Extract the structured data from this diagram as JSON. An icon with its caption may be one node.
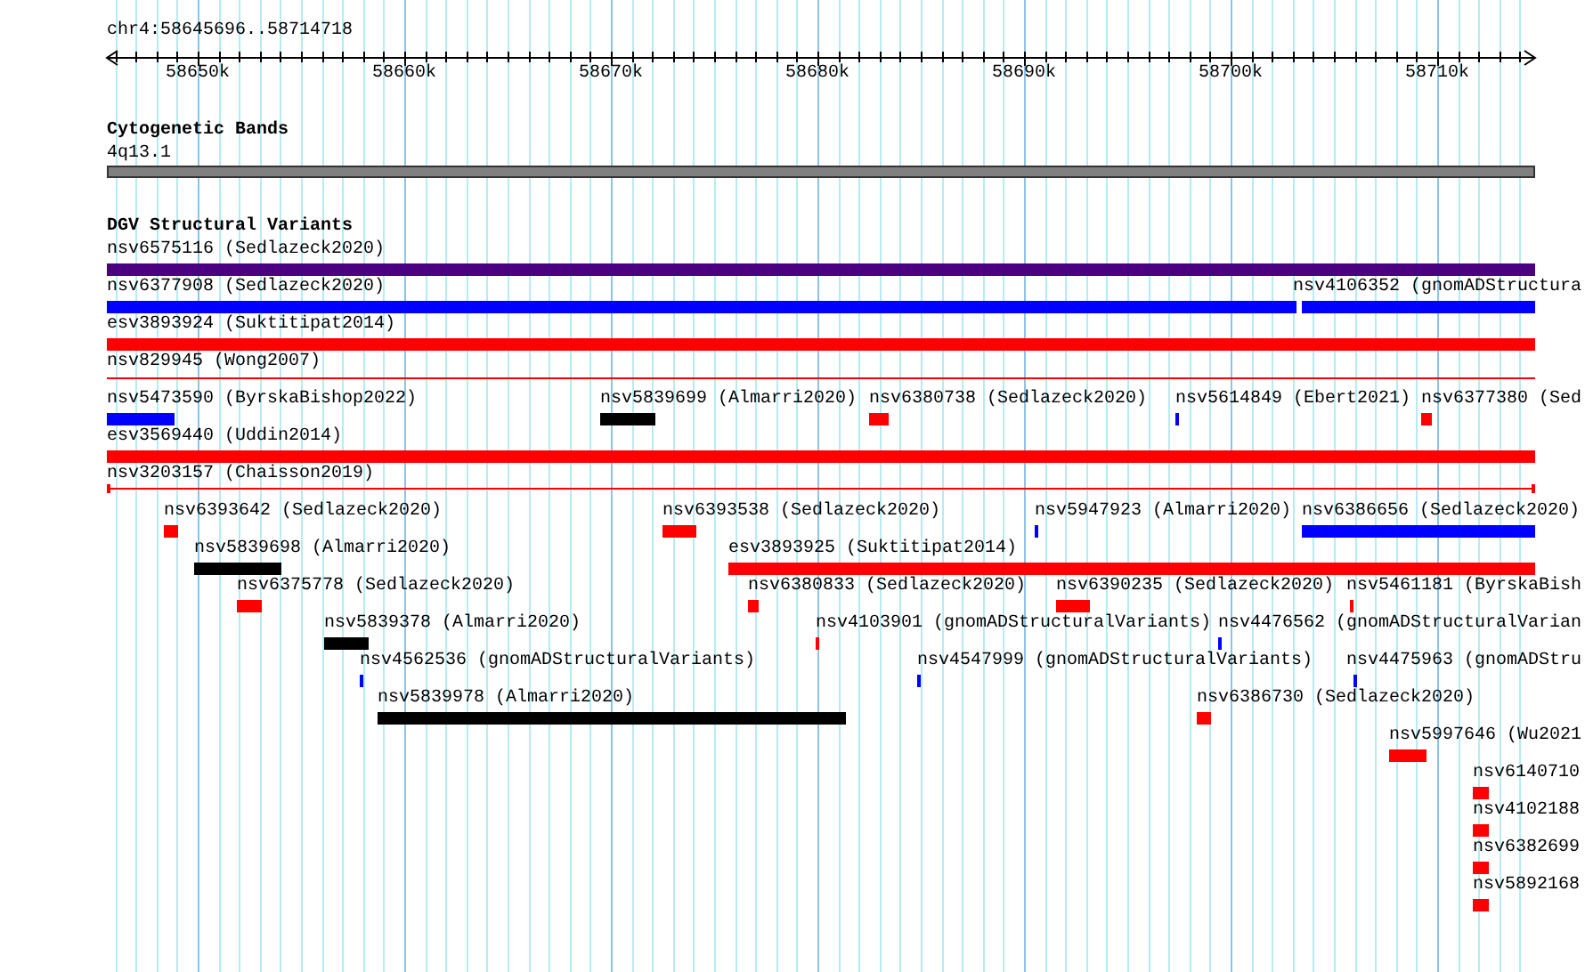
{
  "diagram": {
    "nodes": [
      {
        "text": [
          "4q13.1"
        ]
      },
      {
        "text": [
          "nsv6575116 (Sedlazeck2020)"
        ]
      },
      {
        "text": [
          "nsv6377908 (Sedlazeck2020)"
        ]
      },
      {
        "text": [
          "nsv4106352 (gnomADStructura"
        ]
      },
      {
        "text": [
          "esv3893924 (Suktitipat2014)"
        ]
      },
      {
        "text": [
          "nsv829945 (Wong2007)"
        ]
      },
      {
        "text": [
          "nsv5473590 (ByrskaBishop2022)"
        ]
      },
      {
        "text": [
          "nsv5839699 (Almarri2020)"
        ]
      },
      {
        "text": [
          "nsv6380738 (Sedlazeck2020)"
        ]
      },
      {
        "text": [
          "nsv5614849 (Ebert2021)"
        ]
      },
      {
        "text": [
          "nsv6377380 (Sed"
        ]
      },
      {
        "text": [
          "esv3569440 (Uddin2014)"
        ]
      },
      {
        "text": [
          "nsv3203157 (Chaisson2019)"
        ]
      },
      {
        "text": [
          "nsv6393642 (Sedlazeck2020)"
        ]
      },
      {
        "text": [
          "nsv6393538 (Sedlazeck2020)"
        ]
      },
      {
        "text": [
          "nsv5947923 (Almarri2020)"
        ]
      },
      {
        "text": [
          "nsv6386656 (Sedlazeck2020)"
        ]
      },
      {
        "text": [
          "nsv5839698 (Almarri2020)"
        ]
      },
      {
        "text": [
          "esv3893925 (Suktitipat2014)"
        ]
      },
      {
        "text": [
          "nsv6375778 (Sedlazeck2020)"
        ]
      },
      {
        "text": [
          "nsv6380833 (Sedlazeck2020)"
        ]
      },
      {
        "text": [
          "nsv6390235 (Sedlazeck2020)"
        ]
      },
      {
        "text": [
          "nsv5461181 (ByrskaBish"
        ]
      },
      {
        "text": [
          "nsv5839378 (Almarri2020)"
        ]
      },
      {
        "text": [
          "nsv4103901 (gnomADStructuralVariants)"
        ]
      },
      {
        "text": [
          "nsv4476562 (gnomADStructuralVarian"
        ]
      },
      {
        "text": [
          "nsv4562536 (gnomADStructuralVariants)"
        ]
      },
      {
        "text": [
          "nsv4547999 (gnomADStructuralVariants)"
        ]
      },
      {
        "text": [
          "nsv4475963 (gnomADStru"
        ]
      },
      {
        "text": [
          "nsv5839978 (Almarri2020)"
        ]
      },
      {
        "text": [
          "nsv6386730 (Sedlazeck2020)"
        ]
      },
      {
        "text": [
          "nsv5997646 (Wu2021"
        ]
      },
      {
        "text": [
          "nsv6140710"
        ]
      },
      {
        "text": [
          "nsv4102188"
        ]
      },
      {
        "text": [
          "nsv6382699"
        ]
      },
      {
        "text": [
          "nsv5892168"
        ]
      }
    ],
    "labels": [
      "chr4:58645696..58714718",
      "58650k",
      "58660k",
      "58670k",
      "58680k",
      "58690k",
      "58700k",
      "58710k",
      "Cytogenetic Bands",
      "DGV Structural Variants"
    ]
  }
}
